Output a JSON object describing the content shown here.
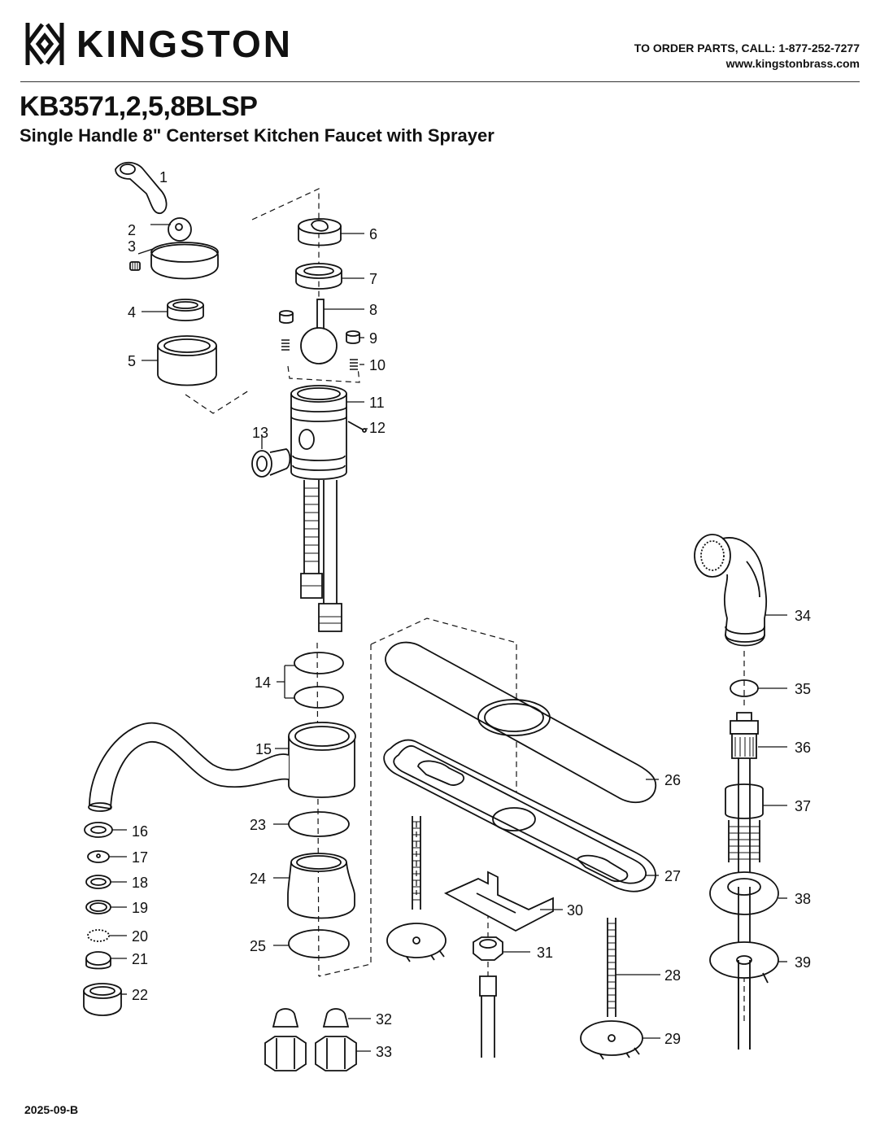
{
  "header": {
    "brand": "KINGSTON",
    "order_line": "TO ORDER PARTS, CALL: 1-877-252-7277",
    "website": "www.kingstonbrass.com"
  },
  "title": {
    "model": "KB3571,2,5,8BLSP",
    "description": "Single Handle 8\" Centerset Kitchen Faucet with Sprayer"
  },
  "footer": {
    "code": "2025-09-B"
  },
  "callouts": [
    "1",
    "2",
    "3",
    "4",
    "5",
    "6",
    "7",
    "8",
    "9",
    "10",
    "11",
    "12",
    "13",
    "14",
    "15",
    "16",
    "17",
    "18",
    "19",
    "20",
    "21",
    "22",
    "23",
    "24",
    "25",
    "26",
    "27",
    "28",
    "29",
    "30",
    "31",
    "32",
    "33",
    "34",
    "35",
    "36",
    "37",
    "38",
    "39"
  ]
}
